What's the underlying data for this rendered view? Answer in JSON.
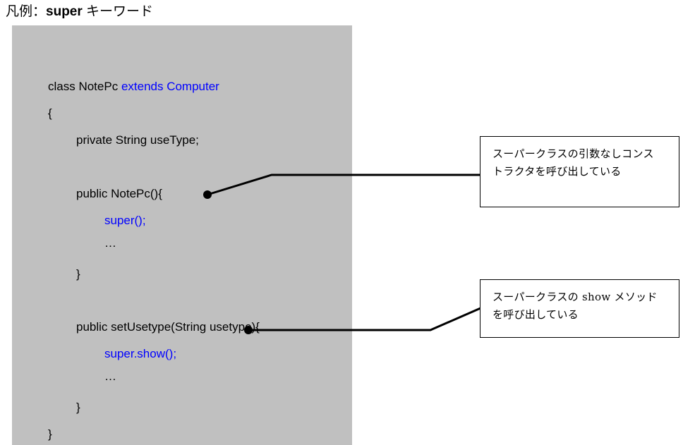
{
  "title": {
    "prefix": "凡例：",
    "keyword": "super",
    "suffix": " キーワード"
  },
  "colors": {
    "panel_background": "#c0c0c0",
    "page_background": "#ffffff",
    "code_text": "#000000",
    "keyword_highlight": "#0000ff",
    "line": "#000000",
    "callout_border": "#000000",
    "callout_background": "#ffffff"
  },
  "code": {
    "language": "java",
    "lines": [
      {
        "id": "line-class-decl",
        "indent": 0,
        "segments": [
          {
            "text": "class NotePc ",
            "color": "black"
          },
          {
            "text": "extends Computer",
            "color": "blue"
          }
        ]
      },
      {
        "id": "line-open-brace",
        "indent": 0,
        "segments": [
          {
            "text": "{",
            "color": "black"
          }
        ]
      },
      {
        "id": "line-field-usetype",
        "indent": 1,
        "segments": [
          {
            "text": "private String useType;",
            "color": "black"
          }
        ]
      },
      {
        "id": "line-ctor-decl",
        "indent": 1,
        "segments": [
          {
            "text": "public NotePc(){",
            "color": "black"
          }
        ]
      },
      {
        "id": "line-super-call",
        "indent": 2,
        "segments": [
          {
            "text": "super();",
            "color": "blue"
          }
        ]
      },
      {
        "id": "line-ctor-ellipsis",
        "indent": 2,
        "segments": [
          {
            "text": "…",
            "color": "black"
          }
        ]
      },
      {
        "id": "line-ctor-close",
        "indent": 1,
        "segments": [
          {
            "text": "}",
            "color": "black"
          }
        ]
      },
      {
        "id": "line-method-decl",
        "indent": 1,
        "segments": [
          {
            "text": "public setUsetype(String usetype){",
            "color": "black"
          }
        ]
      },
      {
        "id": "line-super-show-call",
        "indent": 2,
        "segments": [
          {
            "text": "super.show();",
            "color": "blue"
          }
        ]
      },
      {
        "id": "line-method-ellipsis",
        "indent": 2,
        "segments": [
          {
            "text": "…",
            "color": "black"
          }
        ]
      },
      {
        "id": "line-method-close",
        "indent": 1,
        "segments": [
          {
            "text": "}",
            "color": "black"
          }
        ]
      },
      {
        "id": "line-class-close",
        "indent": 0,
        "segments": [
          {
            "text": "}",
            "color": "black"
          }
        ]
      }
    ],
    "text": {
      "class_decl_black": "class NotePc ",
      "class_decl_blue": "extends Computer",
      "open_brace": "{",
      "field_usetype": "private String useType;",
      "ctor_decl": "public NotePc(){",
      "super_call": "super();",
      "ctor_ellipsis": "…",
      "ctor_close": "}",
      "method_decl": "public setUsetype(String usetype){",
      "super_show_call": "super.show();",
      "method_ellipsis": "…",
      "method_close": "}",
      "class_close": "}"
    }
  },
  "callouts": [
    {
      "id": "callout-super-constructor",
      "anchor_label": "super();",
      "line1": "スーパークラスの引数なしコンス",
      "line2": "トラクタを呼び出している",
      "full_text": "スーパークラスの引数なしコンストラクタを呼び出している"
    },
    {
      "id": "callout-super-show",
      "anchor_label": "super.show();",
      "line1_pre": "スーパークラスの ",
      "line1_mono": "show",
      "line1_post": " メソッド",
      "line2": "を呼び出している",
      "full_text": "スーパークラスの show メソッドを呼び出している"
    }
  ]
}
